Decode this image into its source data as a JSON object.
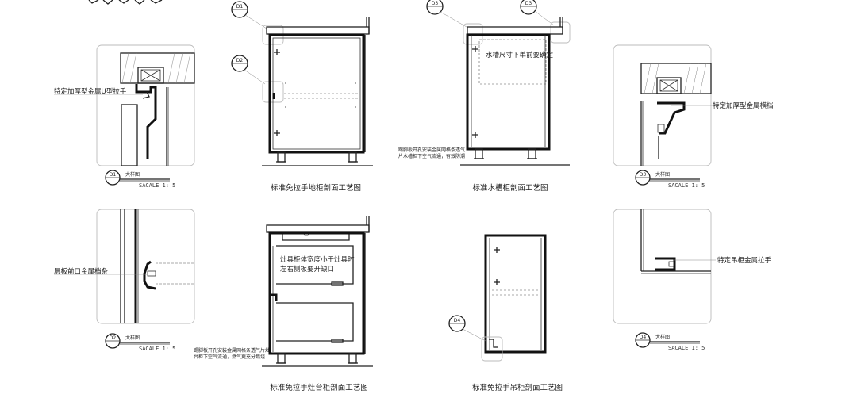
{
  "details": {
    "d1": {
      "tag": "D1",
      "label": "特定加厚型金属U型拉手",
      "title": "大样图",
      "scale": "SACALE 1: 5"
    },
    "d2": {
      "tag": "D2",
      "label": "层板前口金属档条",
      "title": "大样图",
      "scale": "SACALE 1: 5"
    },
    "d3": {
      "tag": "D3",
      "label": "特定加厚型金属横档",
      "title": "大样图",
      "scale": "SACALE 1: 5"
    },
    "d4": {
      "tag": "D4",
      "label": "特定吊柜金属拉手",
      "title": "大样图",
      "scale": "SACALE 1: 5"
    }
  },
  "cabinets": {
    "floor": {
      "caption": "标准免拉手地柜剖面工艺图",
      "tag1": "D1",
      "tag2": "D2"
    },
    "sink": {
      "caption": "标准水槽柜剖面工艺图",
      "tag1": "D3",
      "tag2": "D3",
      "note": "水槽尺寸下单前要确定",
      "vent1": "踢脚板开孔安装金属网格条透气",
      "vent2": "片水槽柜下空气流通，有效防潮"
    },
    "stove": {
      "caption": "标准免拉手灶台柜剖面工艺图",
      "note1": "灶具柜体宽度小于灶具时",
      "note2": "左右侧板要开缺口",
      "vent1": "踢脚板开孔安装金属网格条透气片灶",
      "vent2": "台柜下空气流通，燃气更充分燃烧"
    },
    "wall": {
      "caption": "标准免拉手吊柜剖面工艺图",
      "tag": "D4"
    }
  }
}
